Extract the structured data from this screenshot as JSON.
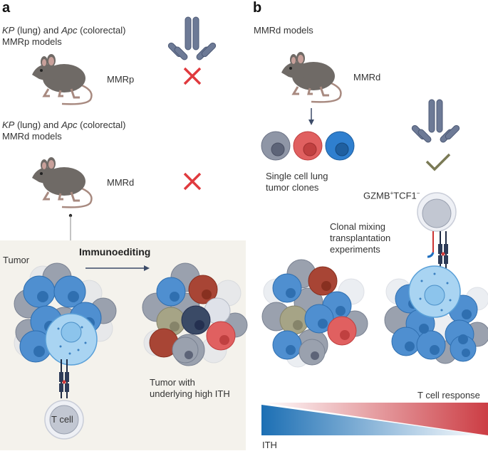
{
  "panel_a": {
    "label": "a",
    "group1": {
      "caption_italic_1": "KP",
      "caption_part_1": " (lung) and ",
      "caption_italic_2": "Apc",
      "caption_part_2": " (colorectal)",
      "caption_line2": "MMRp models",
      "mouse_label": "MMRp",
      "treatment_result": "cross"
    },
    "group2": {
      "caption_italic_1": "KP",
      "caption_part_1": " (lung) and ",
      "caption_italic_2": "Apc",
      "caption_part_2": " (colorectal)",
      "caption_line2": "MMRd models",
      "mouse_label": "MMRd",
      "treatment_result": "cross"
    },
    "tumor_label": "Tumor",
    "process_label": "Immunoediting",
    "tcell_label": "T cell",
    "result_line1": "Tumor with",
    "result_line2": "underlying high ITH"
  },
  "panel_b": {
    "label": "b",
    "caption": "MMRd models",
    "mouse_label": "MMRd",
    "clones_line1": "Single cell lung",
    "clones_line2": "tumor clones",
    "tcell_marker_1": "GZMB",
    "tcell_marker_1_sup": "+",
    "tcell_marker_2": "TCF1",
    "tcell_marker_2_sup": "−",
    "experiment_line1": "Clonal mixing",
    "experiment_line2": "transplantation",
    "experiment_line3": "experiments",
    "treatment_result": "check",
    "gradient_top_label": "T cell response",
    "gradient_bottom_label": "ITH"
  },
  "colors": {
    "cross": "#e03a3e",
    "check": "#7a7a55",
    "antibody": "#6d7a96",
    "blue_cell": "#4a8ccc",
    "red_cell": "#e06060",
    "dark_red_cell": "#a84535",
    "gray_cell": "#8f96a6",
    "olive_cell": "#a6a486",
    "navy_cell": "#3a4a66",
    "gradient_blue": "#1c6fb4",
    "gradient_red": "#cc3d44",
    "panel_bg": "#f4f2ec"
  }
}
